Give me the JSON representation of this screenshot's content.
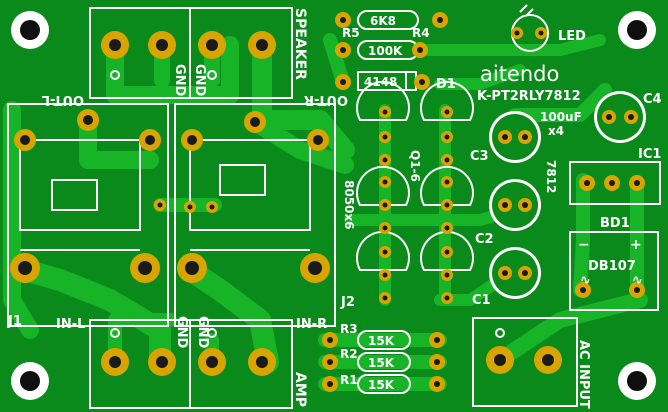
{
  "colors": {
    "board": "#0b8a1c",
    "trace": "#18b428",
    "silk": "#ffffff",
    "pad": "#d8a400",
    "hole": "#1a1a1a"
  },
  "brand": {
    "name": "aitendo",
    "model": "K-PT2RLY7812"
  },
  "connectors": {
    "speaker": {
      "label": "SPEAKER",
      "left_gnd": "GND",
      "right_gnd": "GND"
    },
    "amp": {
      "label": "AMP",
      "left_gnd": "GND",
      "right_gnd": "GND"
    },
    "ac_input": "AC INPUT",
    "in_l": "IN-L",
    "in_r": "IN-R",
    "out_l": "OUT-L",
    "out_r": "OUT-R"
  },
  "resistors": {
    "r5": {
      "ref": "R5",
      "value": "6K8"
    },
    "r4": {
      "ref": "R4",
      "value": "100K"
    },
    "r3": {
      "ref": "R3",
      "value": "15K"
    },
    "r2": {
      "ref": "R2",
      "value": "15K"
    },
    "r1": {
      "ref": "R1",
      "value": "15K"
    }
  },
  "diode": {
    "ref": "D1",
    "value": "4148"
  },
  "led": {
    "ref": "LED"
  },
  "caps": {
    "c1": "C1",
    "c2": "C2",
    "c3": "C3",
    "c4": "C4",
    "value": "100uF",
    "count": "x4"
  },
  "transistors": {
    "label": "Q1-6",
    "part": "8050x6"
  },
  "regulator": {
    "ref": "IC1",
    "part": "7812"
  },
  "bridge": {
    "ref": "BD1",
    "part": "DB107",
    "minus": "−",
    "plus": "+",
    "ac1": "∿",
    "ac2": "∿"
  },
  "relays": {
    "j1": "J1",
    "j2": "J2"
  }
}
